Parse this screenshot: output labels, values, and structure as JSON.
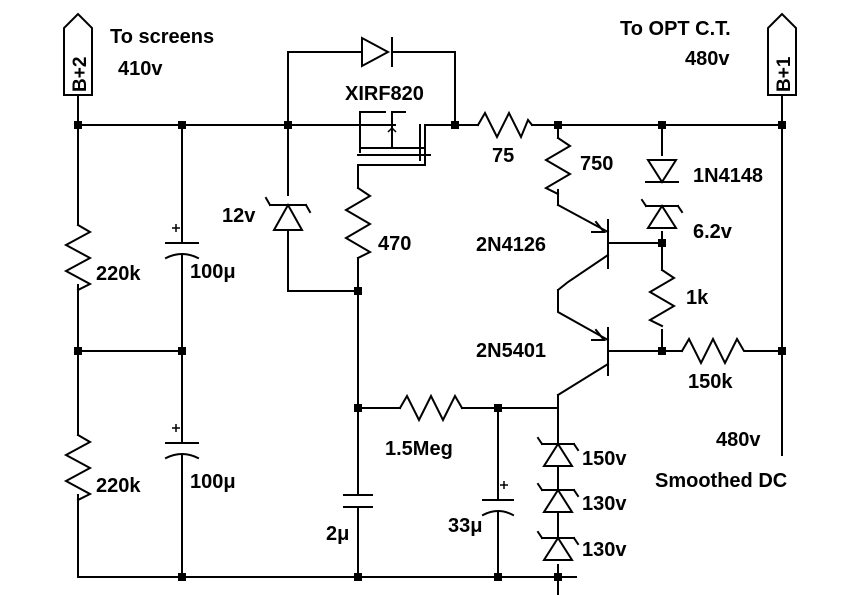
{
  "ports": {
    "b2": {
      "label": "B+2",
      "note_line1": "To screens",
      "note_line2": "410v"
    },
    "b1": {
      "label": "B+1",
      "note_line1": "To OPT C.T.",
      "note_line2": "480v"
    }
  },
  "components": {
    "mosfet": "XIRF820",
    "r75": "75",
    "r750": "750",
    "d1n4148": "1N4148",
    "z62": "6.2v",
    "z12": "12v",
    "r470": "470",
    "q1": "2N4126",
    "r1k": "1k",
    "q2": "2N5401",
    "r150k": "150k",
    "r220k_top": "220k",
    "c100_top": "100μ",
    "r220k_bot": "220k",
    "c100_bot": "100μ",
    "r15meg": "1.5Meg",
    "c2u": "2μ",
    "c33u": "33μ",
    "z150": "150v",
    "z130a": "130v",
    "z130b": "130v"
  },
  "output": {
    "voltage": "480v",
    "description": "Smoothed DC"
  }
}
